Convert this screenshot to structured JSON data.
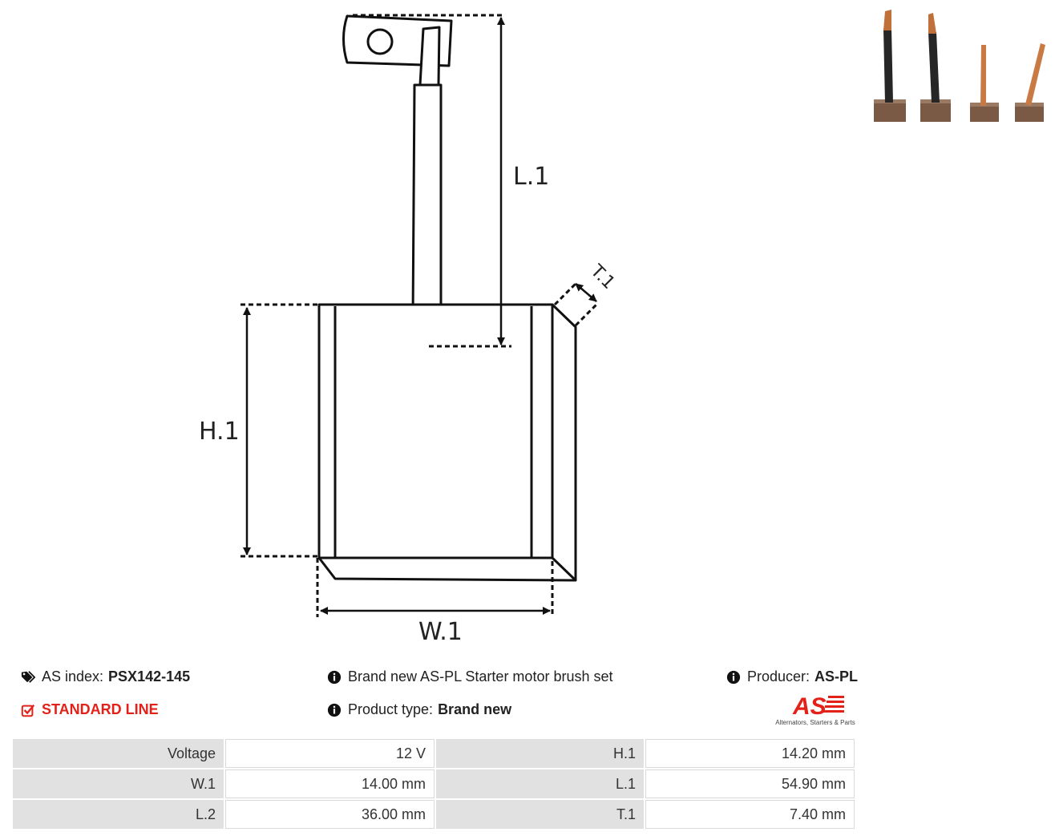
{
  "diagram": {
    "labels": {
      "length": "L.1",
      "height": "H.1",
      "width": "W.1",
      "thickness": "T.1"
    }
  },
  "photo": {
    "icon": "brush-set-photo-icon"
  },
  "info": {
    "as_index_label": "AS index:",
    "as_index_value": "PSX142-145",
    "line": "STANDARD LINE",
    "description": "Brand new AS-PL Starter motor brush set",
    "product_type_label": "Product type:",
    "product_type_value": "Brand new",
    "producer_label": "Producer:",
    "producer_value": "AS-PL",
    "brand_logo": "AS",
    "brand_tagline": "Alternators, Starters & Parts"
  },
  "colors": {
    "accent": "#e32119",
    "key_cell": "#e1e1e1"
  },
  "specs": {
    "rows": [
      {
        "k1": "Voltage",
        "v1": "12 V",
        "k2": "H.1",
        "v2": "14.20 mm"
      },
      {
        "k1": "W.1",
        "v1": "14.00 mm",
        "k2": "L.1",
        "v2": "54.90 mm"
      },
      {
        "k1": "L.2",
        "v1": "36.00 mm",
        "k2": "T.1",
        "v2": "7.40 mm"
      }
    ]
  }
}
